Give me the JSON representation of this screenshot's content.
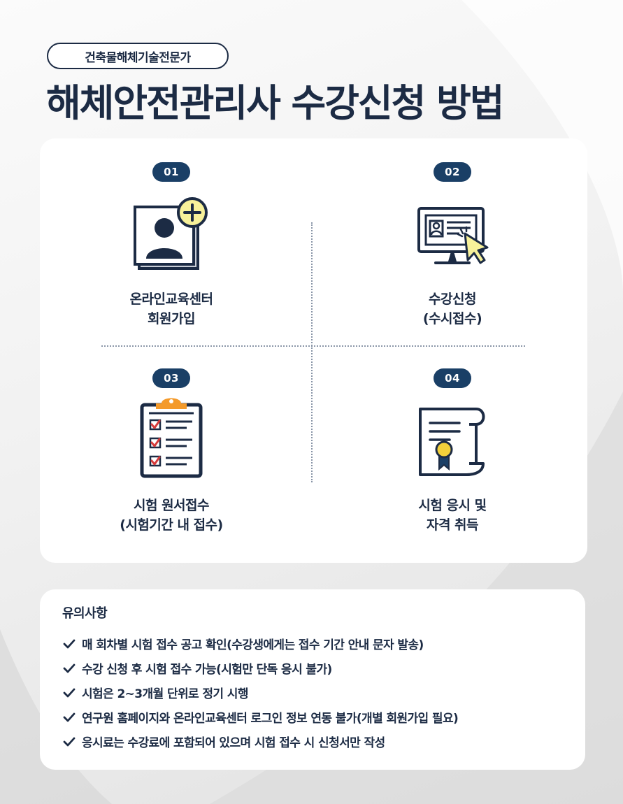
{
  "header": {
    "tag": "건축물해체기술전문가",
    "title": "해체안전관리사 수강신청 방법"
  },
  "steps": [
    {
      "num": "01",
      "line1": "온라인교육센터",
      "line2": "회원가입",
      "icon": "user-add-icon"
    },
    {
      "num": "02",
      "line1": "수강신청",
      "line2": "(수시접수)",
      "icon": "monitor-id-card-icon"
    },
    {
      "num": "03",
      "line1": "시험 원서접수",
      "line2": "(시험기간 내 접수)",
      "icon": "clipboard-checklist-icon"
    },
    {
      "num": "04",
      "line1": "시험 응시 및",
      "line2": "자격 취득",
      "icon": "certificate-scroll-icon"
    }
  ],
  "notes": {
    "title": "유의사항",
    "items": [
      "매 회차별 시험 접수 공고 확인(수강생에게는 접수 기간 안내 문자 발송)",
      "수강 신청 후 시험 접수 가능(시험만 단독 응시 불가)",
      "시험은 2~3개월 단위로 정기 시행",
      "연구원 홈페이지와 온라인교육센터 로그인 정보 연동 불가(개별 회원가입 필요)",
      "응시료는 수강료에 포함되어 있으며 시험 접수 시 신청서만 작성"
    ]
  },
  "colors": {
    "navy": "#1c2b44",
    "badge": "#1a3f66",
    "yellow": "#f7f19a",
    "orange": "#f49a2a",
    "red": "#d63a3a",
    "medal": "#f2d03b"
  }
}
